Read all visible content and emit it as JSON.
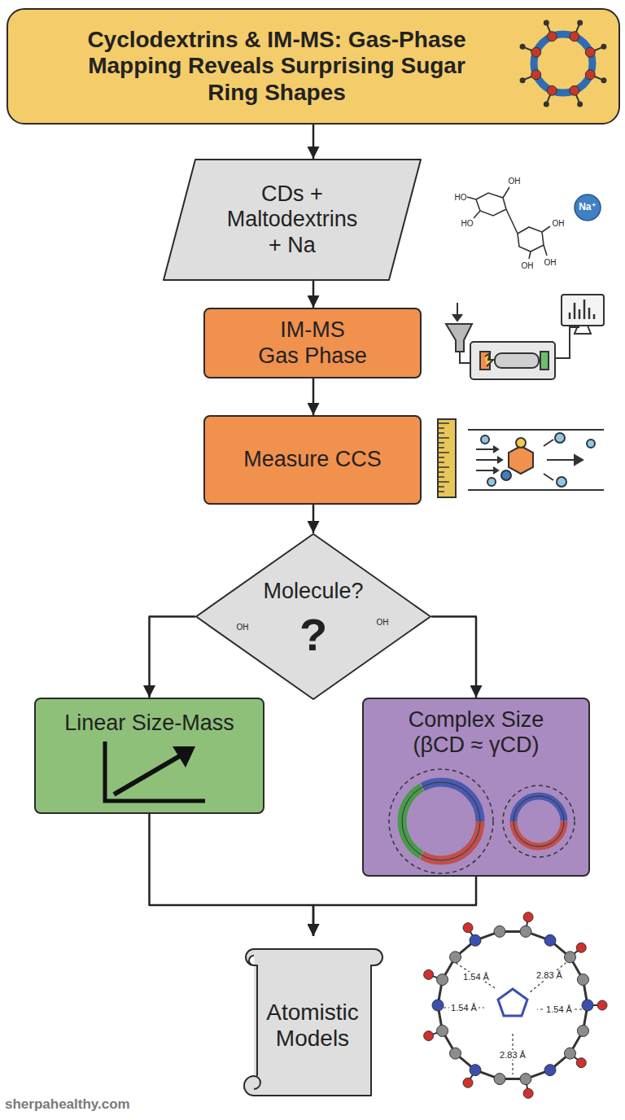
{
  "diagram": {
    "nodes": [
      {
        "text": [
          "Cyclodextrins & IM-MS: Gas-Phase Mapping Reveals Surprising Sugar Ring Shapes"
        ]
      },
      {
        "text": [
          "CDs + Maltodextrins + Na"
        ]
      },
      {
        "text": [
          "IM-MS Gas Phase"
        ]
      },
      {
        "text": [
          "Measure CCS"
        ]
      },
      {
        "text": [
          "Molecule?",
          "?"
        ]
      },
      {
        "text": [
          "Linear Size-Mass"
        ]
      },
      {
        "text": [
          "Complex Size (βCD ≈ γCD)"
        ]
      },
      {
        "text": [
          "Atomistic Models"
        ]
      }
    ],
    "edges": [
      {
        "from": 0,
        "to": 1,
        "arrow": "to"
      },
      {
        "from": 1,
        "to": 2,
        "arrow": "to"
      },
      {
        "from": 2,
        "to": 3,
        "arrow": "to"
      },
      {
        "from": 3,
        "to": 4,
        "arrow": "to"
      },
      {
        "from": 4,
        "to": 5,
        "arrow": "to"
      },
      {
        "from": 4,
        "to": 6,
        "arrow": "to"
      },
      {
        "from": 5,
        "to": 7,
        "arrow": "to"
      },
      {
        "from": 6,
        "to": 7,
        "arrow": "to"
      }
    ],
    "labels": [
      "Na⁺",
      "HO",
      "OH",
      "HO",
      "OH",
      "OH",
      "OH",
      "OH",
      "OH",
      "1.54 Å",
      "2.83 Å",
      "1.54 Å",
      "1.54 Å",
      "2.83 Å",
      "sherpahealthy.com"
    ]
  }
}
